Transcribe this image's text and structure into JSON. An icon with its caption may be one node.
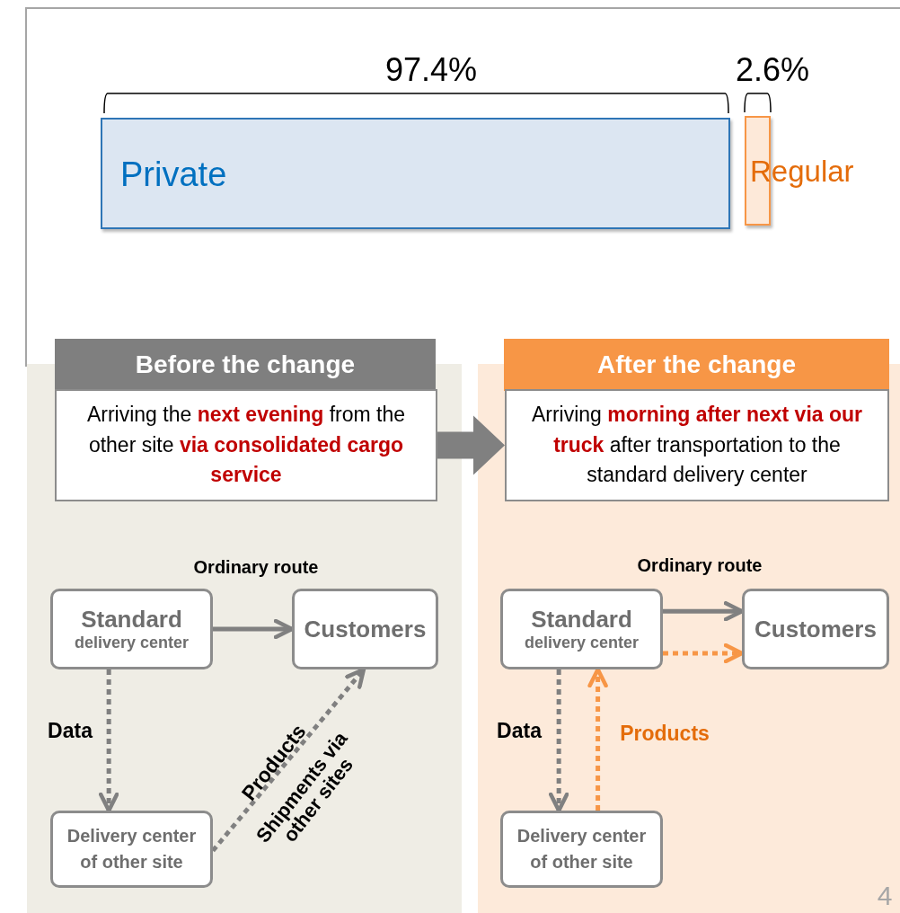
{
  "diagram": {
    "nodes": [
      {
        "text": [
          "Private"
        ]
      },
      {
        "text": [
          "Regular"
        ]
      },
      {
        "text": [
          "Before the change",
          "Arriving the **next evening** from the other site **via consolidated cargo service**"
        ]
      },
      {
        "text": [
          "Standard",
          "delivery center"
        ],
        "in": 2
      },
      {
        "text": [
          "Customers"
        ],
        "in": 2
      },
      {
        "text": [
          "Delivery center of other site"
        ],
        "in": 2
      },
      {
        "text": [
          "After the change",
          "Arriving **morning after next via our truck** after transportation to the standard delivery center"
        ]
      },
      {
        "text": [
          "Standard",
          "delivery center"
        ],
        "in": 6
      },
      {
        "text": [
          "Customers"
        ],
        "in": 6
      },
      {
        "text": [
          "Delivery center of other site"
        ],
        "in": 6
      }
    ],
    "edges": [
      {
        "from": 2,
        "to": 6,
        "arrow": "to",
        "style": "thick"
      },
      {
        "from": 3,
        "to": 4,
        "arrow": "to",
        "label": "Ordinary route"
      },
      {
        "from": 3,
        "to": 5,
        "arrow": "to",
        "style": "dashed",
        "label": "Data"
      },
      {
        "from": 5,
        "to": 4,
        "arrow": "to",
        "style": "dashed",
        "label": "Products"
      },
      {
        "from": 7,
        "to": 8,
        "arrow": "to",
        "label": "Ordinary route"
      },
      {
        "from": 7,
        "to": 8,
        "arrow": "to",
        "style": "dashed",
        "color": "#f79646"
      },
      {
        "from": 7,
        "to": 9,
        "arrow": "to",
        "style": "dashed",
        "label": "Data"
      },
      {
        "from": 9,
        "to": 7,
        "arrow": "to",
        "style": "dashed",
        "color": "#f79646",
        "label": "Products"
      }
    ],
    "labels": [
      "97.4%",
      "2.6%",
      "Shipments via other sites",
      "4"
    ]
  }
}
